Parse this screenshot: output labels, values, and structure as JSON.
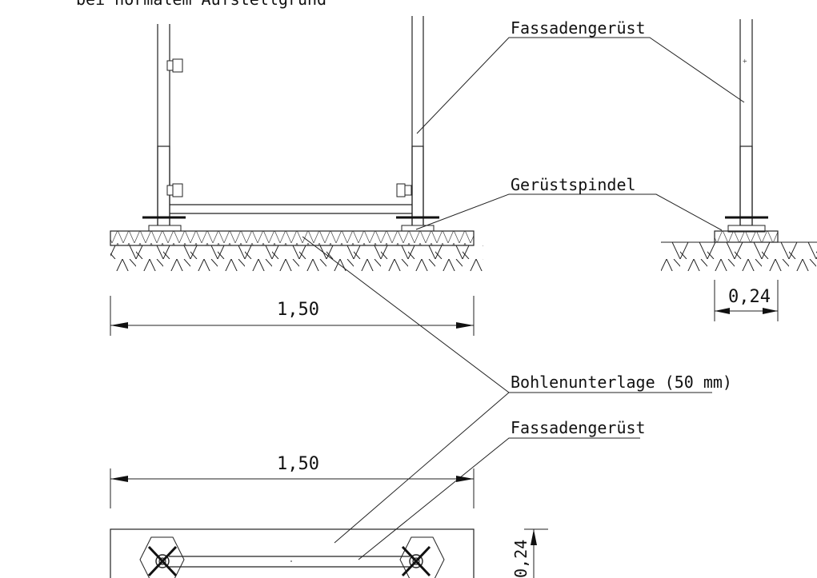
{
  "labels": {
    "top_caption": "bei normalem Aufstellgrund",
    "facade_scaffold_top": "Fassadengerüst",
    "scaffold_spindle": "Gerüstspindel",
    "plank_base": "Bohlenunterlage (50 mm)",
    "facade_scaffold_bottom": "Fassadengerüst"
  },
  "dimensions": {
    "width_front": "1,50",
    "width_side": "0,24",
    "width_plan": "1,50",
    "depth_plan": "0,24"
  }
}
